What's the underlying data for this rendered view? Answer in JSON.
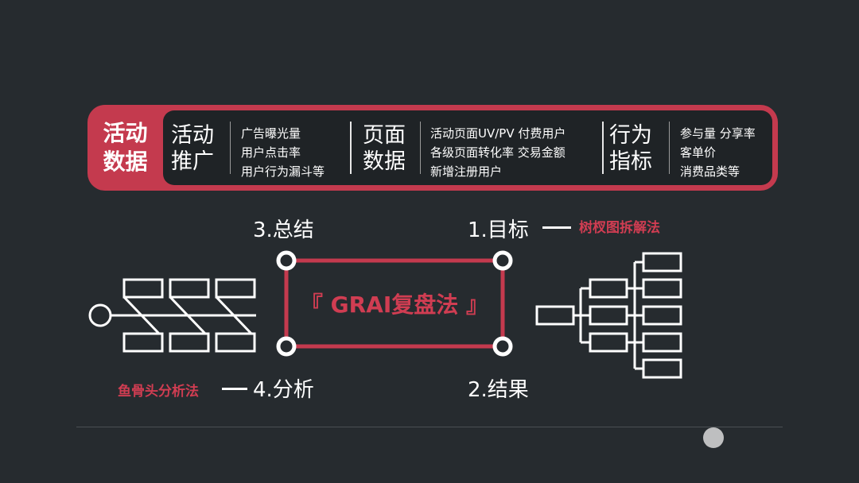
{
  "banner": {
    "title_line1": "活动",
    "title_line2": "数据",
    "sections": [
      {
        "title_line1": "活动",
        "title_line2": "推广",
        "items": [
          "广告曝光量",
          "用户点击率",
          "用户行为漏斗等"
        ]
      },
      {
        "title_line1": "页面",
        "title_line2": "数据",
        "items": [
          "活动页面UV/PV  付费用户",
          "各级页面转化率  交易金额",
          "新增注册用户"
        ]
      },
      {
        "title_line1": "行为",
        "title_line2": "指标",
        "items": [
          "参与量  分享率",
          "客单价",
          "消费品类等"
        ]
      }
    ]
  },
  "diagram": {
    "center_label": "『 GRAI复盘法 』",
    "steps": {
      "goal": "1.目标",
      "result": "2.结果",
      "summary": "3.总结",
      "analysis": "4.分析"
    },
    "methods": {
      "tree": "树杈图拆解法",
      "fishbone": "鱼骨头分析法"
    }
  },
  "colors": {
    "background": "#262b2f",
    "accent": "#c43a4e",
    "inner_panel": "#1f2326",
    "text": "#ffffff"
  }
}
